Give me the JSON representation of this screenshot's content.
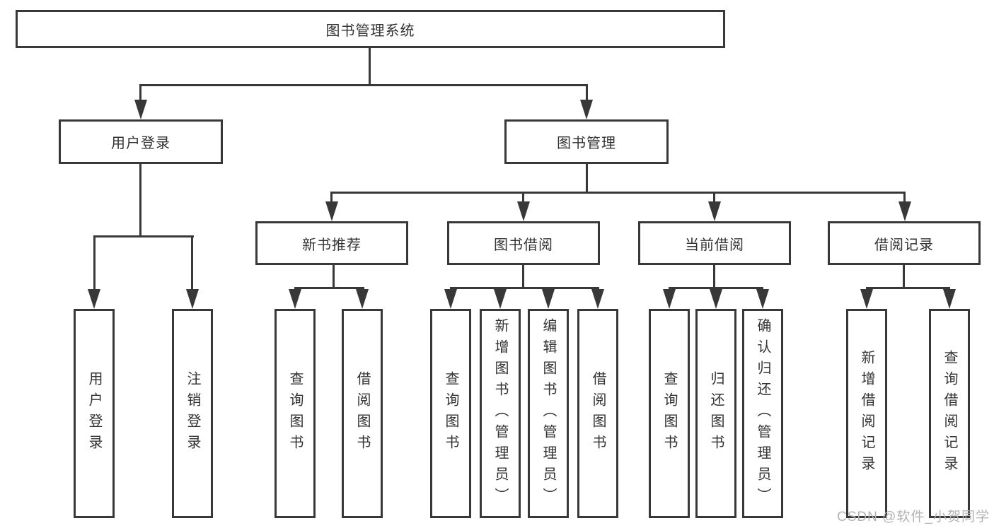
{
  "tree": {
    "root": {
      "label": "图书管理系统"
    },
    "branches": [
      {
        "label": "用户登录",
        "children": [
          "用户登录",
          "注销登录"
        ]
      },
      {
        "label": "图书管理",
        "children": [
          {
            "label": "新书推荐",
            "children": [
              "查询图书",
              "借阅图书"
            ]
          },
          {
            "label": "图书借阅",
            "children": [
              "查询图书",
              "新增图书（管理员）",
              "编辑图书（管理员）",
              "借阅图书"
            ]
          },
          {
            "label": "当前借阅",
            "children": [
              "查询图书",
              "归还图书",
              "确认归还（管理员）"
            ]
          },
          {
            "label": "借阅记录",
            "children": [
              "新增借阅记录",
              "查询借阅记录"
            ]
          }
        ]
      }
    ]
  },
  "watermark": "CSDN @软件_小贺同学",
  "colors": {
    "line": "#383838",
    "text": "#333333",
    "watermark": "#b3b3b3",
    "background": "#ffffff"
  }
}
